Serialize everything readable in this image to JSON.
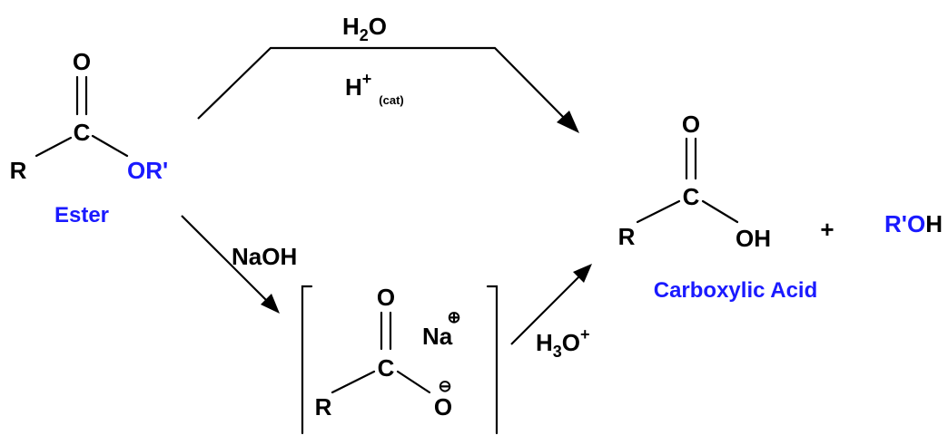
{
  "colors": {
    "ink": "#000000",
    "accent": "#1a1aff"
  },
  "ester": {
    "o": "O",
    "c": "C",
    "r": "R",
    "or": "OR'",
    "caption": "Ester"
  },
  "acid_conditions": {
    "water_h": "H",
    "water_2": "2",
    "water_o": "O",
    "proton_h": "H",
    "proton_plus": "+",
    "catalyst": "(cat)"
  },
  "base_conditions": {
    "reagent": "NaOH"
  },
  "carboxylate": {
    "o_top": "O",
    "c": "C",
    "r": "R",
    "o_minus": "O",
    "minus": "⊖",
    "na": "Na",
    "plus": "⊕"
  },
  "workup": {
    "h": "H",
    "three": "3",
    "o": "O",
    "plus": "+"
  },
  "acid": {
    "o": "O",
    "c": "C",
    "r": "R",
    "oh": "OH",
    "caption": "Carboxylic Acid"
  },
  "byproduct": {
    "plus": "+",
    "r_prime_o": "R'O",
    "h": "H"
  }
}
